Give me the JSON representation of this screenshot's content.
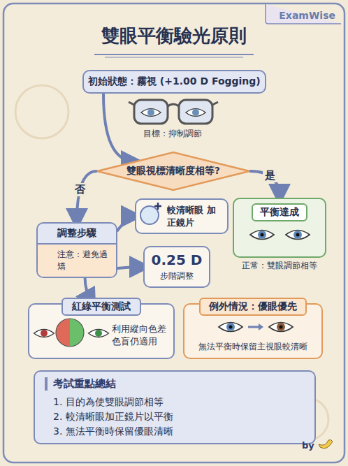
{
  "diagram": {
    "title": "雙眼平衡驗光原則",
    "nodes": [
      {
        "text": [
          "初始狀態：霧視 (+1.00 D Fogging)"
        ]
      },
      {
        "text": [
          "雙眼視標清晰度相等?"
        ]
      },
      {
        "text": [
          "調整步驟",
          "注意：避免過矯"
        ]
      },
      {
        "text": [
          "較清晰眼 加正鏡片"
        ]
      },
      {
        "text": [
          "0.25 D",
          "步階調整"
        ]
      },
      {
        "text": [
          "平衡達成",
          "正常：雙眼調節相等"
        ]
      },
      {
        "text": [
          "紅綠平衡測試",
          "利用縱向色差 色盲仍適用"
        ]
      },
      {
        "text": [
          "例外情況：優眼優先",
          "無法平衡時保留主視眼較清晰"
        ]
      },
      {
        "text": [
          "考試重點總結",
          "1. 目的為使雙眼調節相等",
          "2. 較清晰眼加正鏡片以平衡",
          "3. 無法平衡時保留優眼清晰"
        ]
      }
    ],
    "edges": [
      {
        "from": 0,
        "to": 1,
        "arrow": "to"
      },
      {
        "from": 1,
        "to": 5,
        "label": "是",
        "arrow": "to"
      },
      {
        "from": 1,
        "to": 2,
        "label": "否",
        "arrow": "to"
      },
      {
        "from": 2,
        "to": 3,
        "arrow": "to"
      },
      {
        "from": 2,
        "to": 4,
        "arrow": "to"
      },
      {
        "from": 2,
        "to": 6,
        "arrow": "to"
      }
    ],
    "labels": [
      "ExamWise",
      "目標：抑制調節",
      "by"
    ]
  }
}
